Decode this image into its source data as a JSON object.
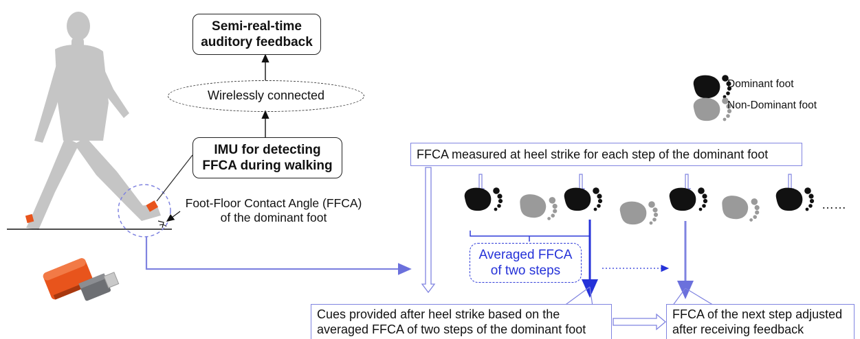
{
  "boxes": {
    "feedback_line1": "Semi-real-time",
    "feedback_line2": "auditory feedback",
    "wireless": "Wirelessly connected",
    "imu_line1": "IMU for detecting",
    "imu_line2": "FFCA during walking",
    "ffca_measured": "FFCA measured at heel strike for each step of the dominant foot",
    "cues_line1": "Cues provided after heel strike based on the",
    "cues_line2": "averaged FFCA of two steps of the dominant foot",
    "next_line1": "FFCA of the next step adjusted",
    "next_line2": "after receiving feedback"
  },
  "labels": {
    "ffca_def_line1": "Foot-Floor Contact Angle (FFCA)",
    "ffca_def_line2": "of the dominant foot",
    "averaged_line1": "Averaged FFCA",
    "averaged_line2": "of two steps",
    "ellipsis": "……"
  },
  "legend": {
    "dominant": "Dominant  foot",
    "non_dominant": "Non-Dominant  foot"
  },
  "colors": {
    "accent_blue": "#7f83e0",
    "dark_blue": "#2532d8",
    "sensor_orange": "#e8541c",
    "dominant_foot": "#111111",
    "non_dominant_foot": "#9a9a9a",
    "silhouette": "#c4c4c4"
  }
}
